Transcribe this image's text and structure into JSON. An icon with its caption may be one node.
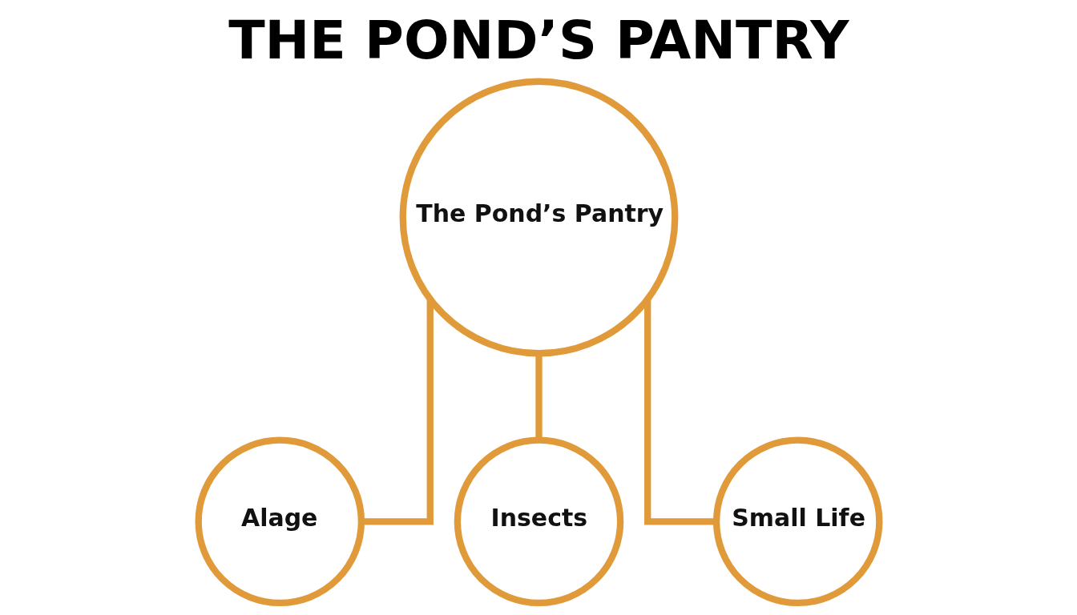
{
  "diagram": {
    "title": "THE POND’S PANTRY",
    "nodes": [
      {
        "text": [
          "The Pond’s Pantry"
        ]
      },
      {
        "text": [
          "Alage"
        ]
      },
      {
        "text": [
          "Insects"
        ]
      },
      {
        "text": [
          "Small Life"
        ]
      }
    ],
    "edges": [
      {
        "from": 0,
        "to": 1,
        "arrow": "none"
      },
      {
        "from": 0,
        "to": 2,
        "arrow": "none"
      },
      {
        "from": 0,
        "to": 3,
        "arrow": "none"
      }
    ]
  }
}
